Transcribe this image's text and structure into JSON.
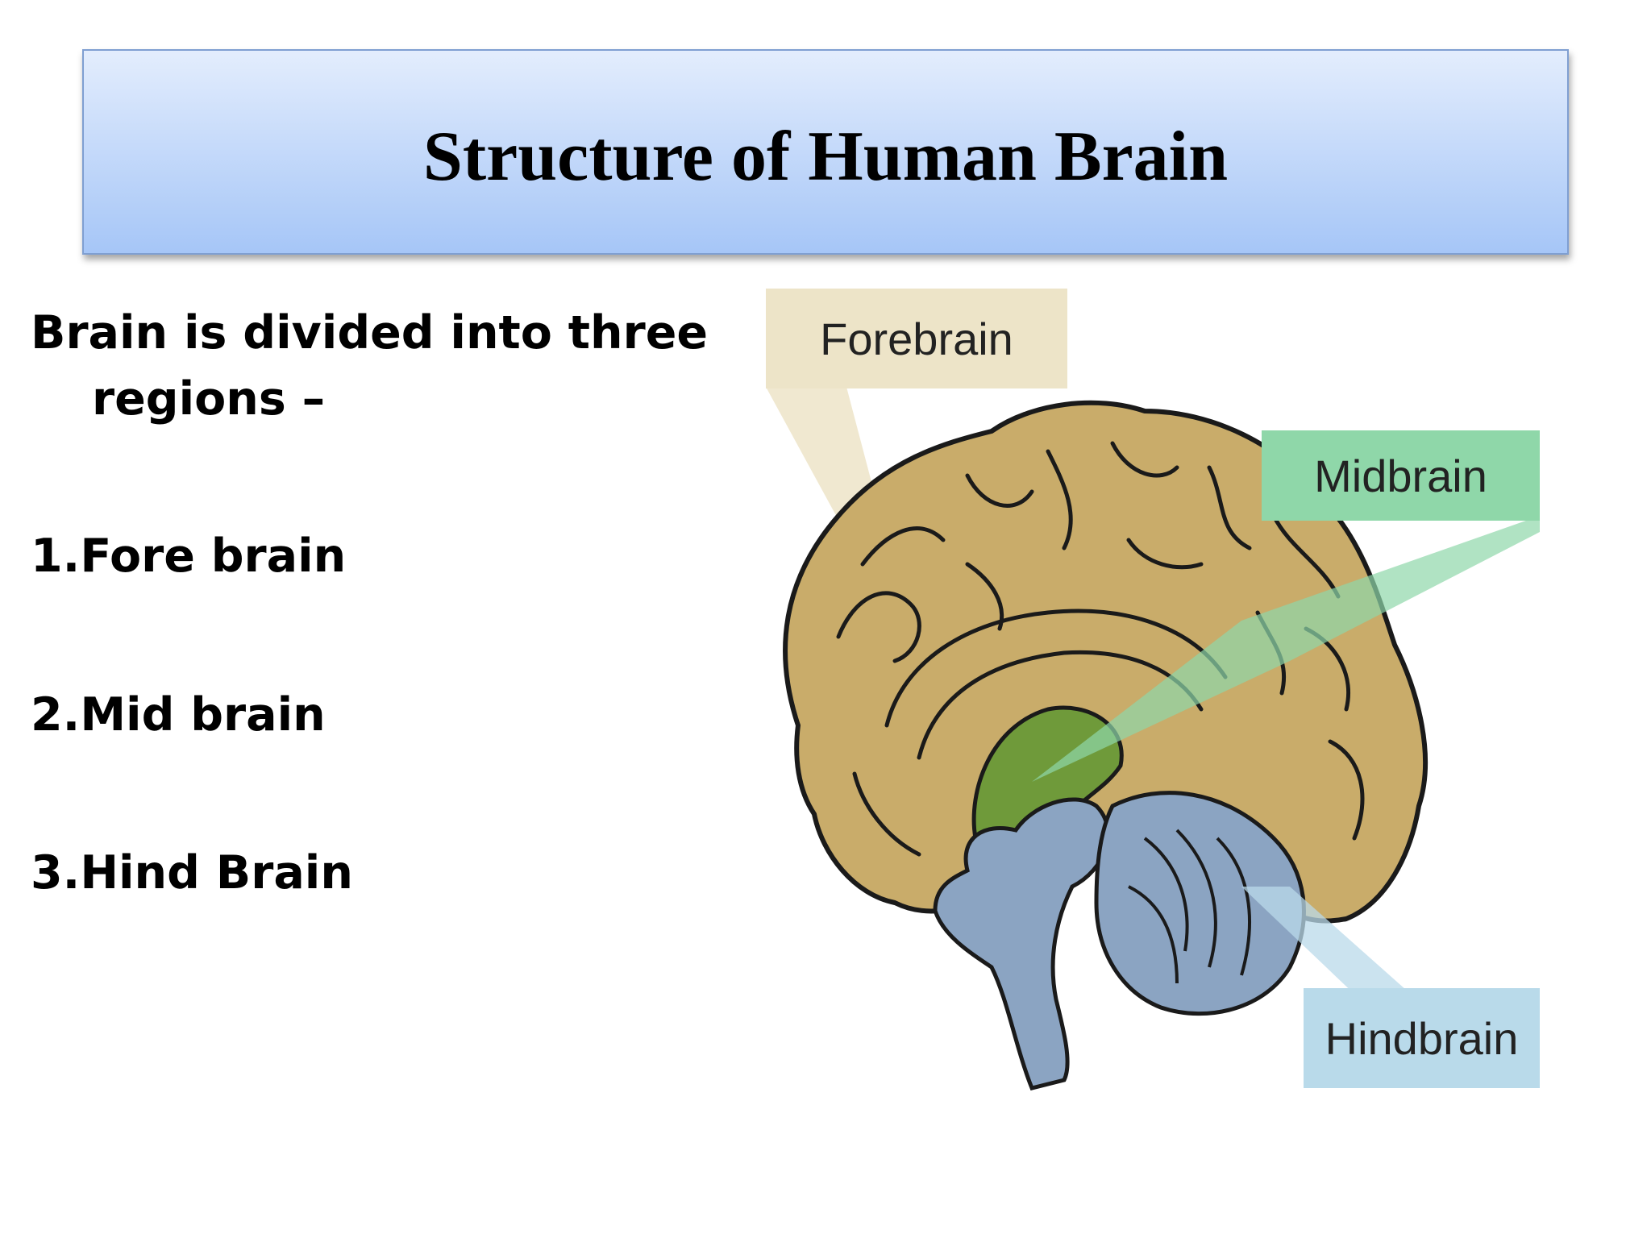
{
  "slide": {
    "title": "Structure of Human Brain",
    "intro_line1": "Brain is divided into three",
    "intro_line2": "regions –",
    "regions": [
      "1.Fore brain",
      "2.Mid brain",
      "3.Hind Brain"
    ]
  },
  "diagram": {
    "labels": {
      "forebrain": "Forebrain",
      "midbrain": "Midbrain",
      "hindbrain": "Hindbrain"
    },
    "colors": {
      "forebrain_label_bg": "#ede4c8",
      "midbrain_label_bg": "#8fd7a9",
      "hindbrain_label_bg": "#b9daea",
      "cerebrum": "#c9ac6a",
      "midbrain": "#6f9a3a",
      "hindbrain": "#8ba4c2"
    }
  }
}
